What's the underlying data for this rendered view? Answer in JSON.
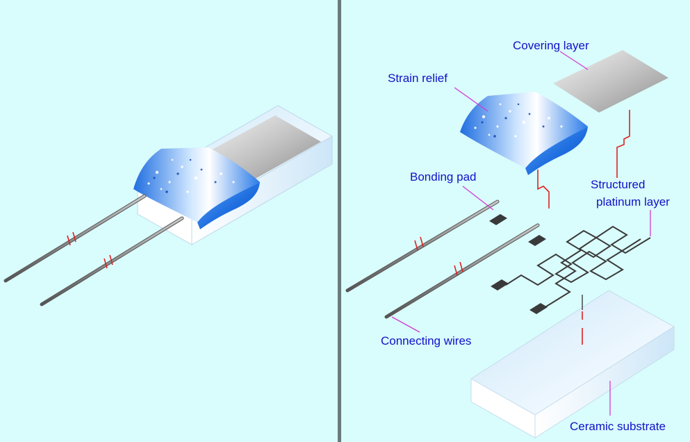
{
  "colors": {
    "background": "#d9fcfc",
    "divider": "#6a7a7a",
    "label_text": "#1010c8",
    "leader_line": "#d23cd2",
    "break_marks": "#e02020",
    "strain_relief": "#1f6ee0",
    "cover": "#b8b8b8",
    "substrate": "#f2fbff",
    "platinum": "#3a3a3a",
    "wire": "#6a6a6a"
  },
  "icons": {
    "assembled_view": "assembled-sensor-icon",
    "exploded_view": "exploded-sensor-icon"
  },
  "labels": {
    "covering_layer": "Covering layer",
    "strain_relief": "Strain relief",
    "bonding_pad": "Bonding pad",
    "structured_platinum_line1": "Structured",
    "structured_platinum_line2": "platinum layer",
    "connecting_wires": "Connecting wires",
    "ceramic_substrate": "Ceramic substrate"
  }
}
